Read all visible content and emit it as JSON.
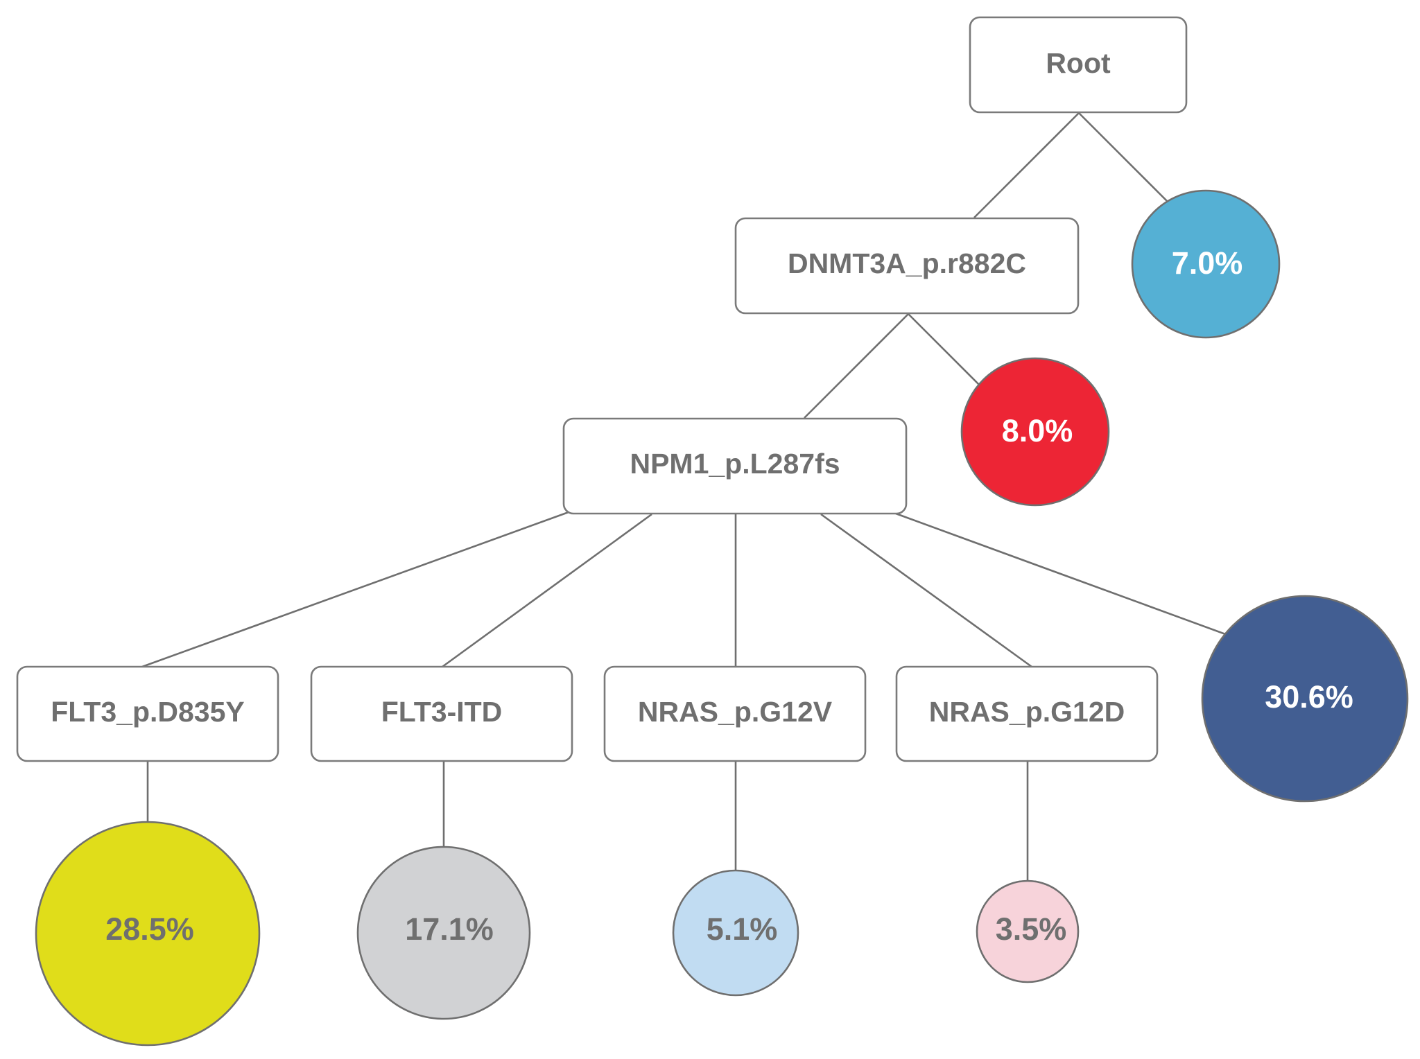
{
  "diagram": {
    "nodes": {
      "root": "Root",
      "dnmt3a": "DNMT3A_p.r882C",
      "npm1": "NPM1_p.L287fs",
      "flt3_d835y": "FLT3_p.D835Y",
      "flt3_itd": "FLT3-ITD",
      "nras_g12v": "NRAS_p.G12V",
      "nras_g12d": "NRAS_p.G12D"
    },
    "clones": {
      "root_clone": {
        "label": "7.0%",
        "value": 7.0,
        "color": "#55b0d4",
        "text_color": "#ffffff"
      },
      "dnmt3a_clone": {
        "label": "8.0%",
        "value": 8.0,
        "color": "#ed2535",
        "text_color": "#ffffff"
      },
      "npm1_clone": {
        "label": "30.6%",
        "value": 30.6,
        "color": "#425e92",
        "text_color": "#ffffff"
      },
      "flt3_d835y_clone": {
        "label": "28.5%",
        "value": 28.5,
        "color": "#e0dd1a",
        "text_color": "#6f6f6f"
      },
      "flt3_itd_clone": {
        "label": "17.1%",
        "value": 17.1,
        "color": "#d1d2d4",
        "text_color": "#6f6f6f"
      },
      "nras_g12v_clone": {
        "label": "5.1%",
        "value": 5.1,
        "color": "#c1dcf2",
        "text_color": "#6f6f6f"
      },
      "nras_g12d_clone": {
        "label": "3.5%",
        "value": 3.5,
        "color": "#f7d3da",
        "text_color": "#6f6f6f"
      }
    }
  }
}
